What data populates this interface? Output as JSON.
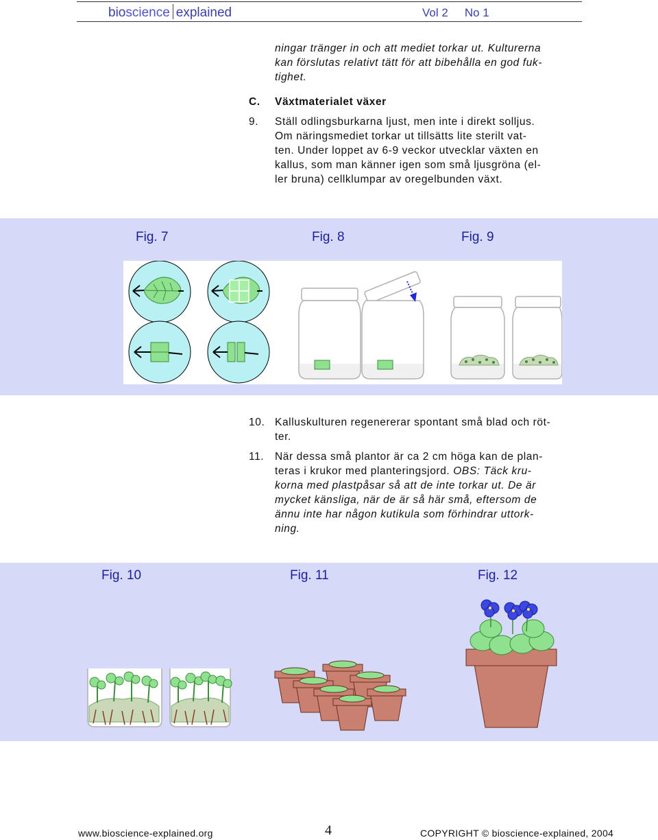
{
  "header": {
    "brand_bio": "bio",
    "brand_science": "science",
    "brand_explained": "explained",
    "vol": "Vol 2",
    "no": "No 1"
  },
  "intro_lines": [
    "ningar tränger in och att mediet torkar ut. Kulturerna",
    "kan förslutas relativt tätt för att bibehålla en god fuk-",
    "tighet."
  ],
  "section_c": {
    "letter": "C.",
    "title": "Växtmaterialet växer"
  },
  "step9": {
    "number": "9.",
    "lines": [
      "Ställ odlingsburkarna ljust, men inte i direkt solljus.",
      "Om näringsmediet torkar ut tillsätts lite sterilt vat-",
      "ten. Under loppet av 6-9 veckor utvecklar växten en",
      "kallus, som man känner igen som små ljusgröna (el-",
      "ler bruna) cellklumpar av oregelbunden växt."
    ]
  },
  "figures_top": [
    "Fig. 7",
    "Fig. 8",
    "Fig. 9"
  ],
  "step10": {
    "number": "10.",
    "lines": [
      "Kalluskulturen regenererar spontant små blad och röt-",
      "ter."
    ]
  },
  "step11": {
    "number": "11.",
    "lines": [
      "När dessa små plantor är ca 2 cm höga kan de plan-",
      "teras i krukor med planteringsjord.",
      " OBS: Täck kru-",
      "korna med plastpåsar så att de inte torkar ut. De är",
      "mycket känsliga, när de är så här små, eftersom de",
      "ännu inte har någon kutikula som förhindrar uttork-",
      "ning."
    ]
  },
  "figures_bottom": [
    "Fig. 10",
    "Fig. 11",
    "Fig. 12"
  ],
  "footer": {
    "website": "www.bioscience-explained.org",
    "page": "4",
    "copyright": "COPYRIGHT © bioscience-explained, 2004"
  },
  "colors": {
    "band": "#d6d9f7",
    "figure_label": "#1b1f9c",
    "leaf_green": "#8fe08f",
    "dish_cyan": "#b8f0f4",
    "pot_terracotta": "#c98070",
    "flower_blue": "#3c46e0"
  }
}
